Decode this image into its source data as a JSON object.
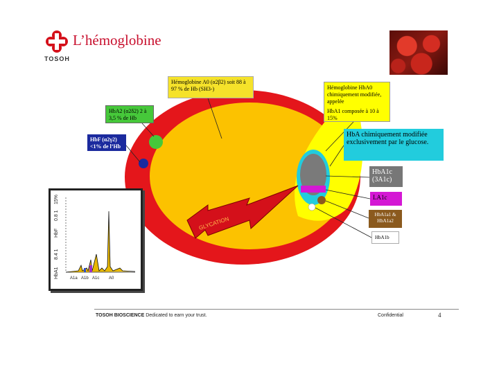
{
  "header": {
    "title": "L’hémoglobine",
    "brand": "TOSOH"
  },
  "labels": {
    "hba0": "Hémoglobine A0 (α2β2) soit 88 à 97 % de Hb (SH3-)",
    "hba2": "HbA2 (α2δ2) 2 à 3,5 % de Hb",
    "hbf": "HbF (α2γ2) <1% de l’Hb",
    "hba1": "Hémoglobine HbA0 chimiquement modifiée, appelée",
    "hba1_sub": "HbA1 composée à 10 à 15%",
    "glycation_desc": "HbA chimiquement modifiée exclusivement par le glucose.",
    "hba1c": "HbA1c (3A1c)",
    "la1c": "LA1c",
    "hba1a": "HbA1a1 & HbA1a2",
    "hba1b": "HbA1b",
    "glycation": "GLYCATION"
  },
  "chart": {
    "ylabels": [
      "HbA1",
      "8.4 1",
      "HbF",
      "0.8 1",
      "15%"
    ],
    "xlabels": [
      "A1a",
      "A1b",
      "A1c",
      "A0"
    ]
  },
  "footer": {
    "brand": "TOSOH BIOSCIENCE",
    "tagline": "Dedicated to earn your trust.",
    "confidential": "Confidential",
    "page": "4"
  },
  "colors": {
    "cell": "#e4161b",
    "cytoplasm": "#fcc200",
    "glycation_arrow": "#d4101a",
    "hba2": "#46c83a",
    "hbf": "#1b2a9e"
  }
}
